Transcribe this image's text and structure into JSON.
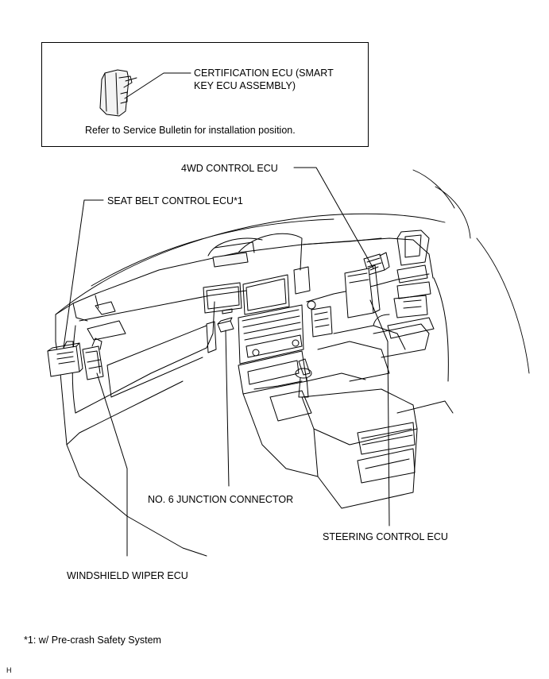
{
  "inset": {
    "ecu_label_line1": "CERTIFICATION ECU (SMART",
    "ecu_label_line2": "KEY ECU ASSEMBLY)",
    "note": "Refer to Service Bulletin for installation position."
  },
  "labels": {
    "fourwd": "4WD CONTROL ECU",
    "seat_belt": "SEAT BELT CONTROL ECU*1",
    "junction": "NO. 6 JUNCTION CONNECTOR",
    "steering": "STEERING CONTROL ECU",
    "wiper": "WINDSHIELD WIPER ECU"
  },
  "footnote": "*1: w/ Pre-crash Safety System",
  "figure_code": "H"
}
